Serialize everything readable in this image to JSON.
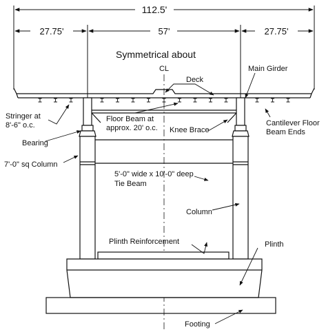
{
  "dimensions": {
    "overall": "112.5'",
    "left_span": "27.75'",
    "center_span": "57'",
    "right_span": "27.75'"
  },
  "symmetry": {
    "text": "Symmetrical about",
    "symbol": "CL"
  },
  "labels": {
    "deck": "Deck",
    "main_girder": "Main Girder",
    "stringer_1": "Stringer at",
    "stringer_2": "8'-6\" o.c.",
    "floor_beam_1": "Floor Beam at",
    "floor_beam_2": "approx. 20' o.c.",
    "knee_brace": "Knee Brace",
    "cantilever_1": "Cantilever Floor",
    "cantilever_2": "Beam Ends",
    "bearing": "Bearing",
    "column_sq": "7'-0\" sq Column",
    "tie_beam_1": "5'-0\" wide x 10'-0\" deep",
    "tie_beam_2": "Tie Beam",
    "column": "Column",
    "plinth_reinforcement": "Plinth Reinforcement",
    "plinth": "Plinth",
    "footing": "Footing"
  }
}
